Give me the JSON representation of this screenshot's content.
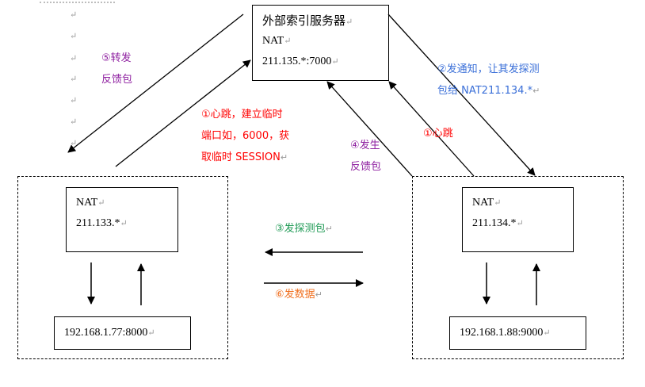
{
  "server": {
    "title": "外部索引服务器",
    "nat_label": "NAT",
    "address": "211.135.*:7000"
  },
  "left_peer": {
    "nat_label": "NAT",
    "nat_address": "211.133.*",
    "host_address": "192.168.1.77:8000"
  },
  "right_peer": {
    "nat_label": "NAT",
    "nat_address": "211.134.*",
    "host_address": "192.168.1.88:9000"
  },
  "annotations": {
    "step1_left": [
      "①心跳，建立临时",
      "端口如，6000，获",
      "取临时 SESSION"
    ],
    "step1_right": "①心跳",
    "step2": [
      "②发通知，让其发探测",
      "包给 NAT211.134.*"
    ],
    "step3": "③发探测包",
    "step4": [
      "④发生",
      "反馈包"
    ],
    "step5": [
      "⑤转发",
      "反馈包"
    ],
    "step6": "⑥发数据"
  },
  "paragraph_mark": "↵",
  "colors": {
    "step1": "#ff0000",
    "step2": "#3a6fd8",
    "step3": "#1f9a55",
    "step4": "#8e1fa0",
    "step5": "#8e1fa0",
    "step6": "#f07020",
    "line": "#000000",
    "paragraph_mark": "#9a9a9a"
  }
}
